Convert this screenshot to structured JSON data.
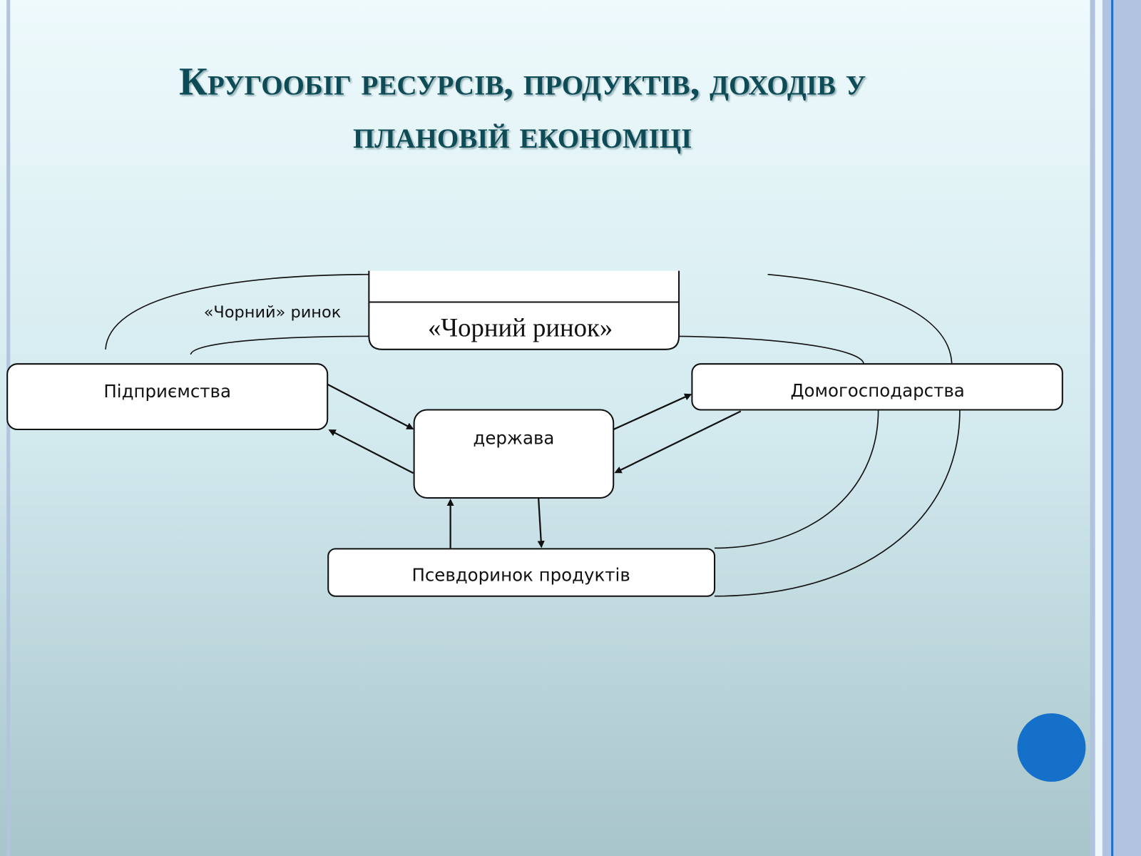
{
  "slide": {
    "title_line1": "Кругообіг ресурсів, продуктів, доходів у",
    "title_line2": "плановій економіці"
  },
  "diagram": {
    "black_market_box": "«Чорний ринок»",
    "black_market_label": "«Чорний» ринок",
    "enterprises": "Підприємства",
    "households": "Домогосподарства",
    "state": "держава",
    "pseudo_market": "Псевдоринок продуктів"
  },
  "colors": {
    "title": "#0e4c57",
    "accent_circle": "#1470c8",
    "border_blue": "#1f6fc8"
  }
}
